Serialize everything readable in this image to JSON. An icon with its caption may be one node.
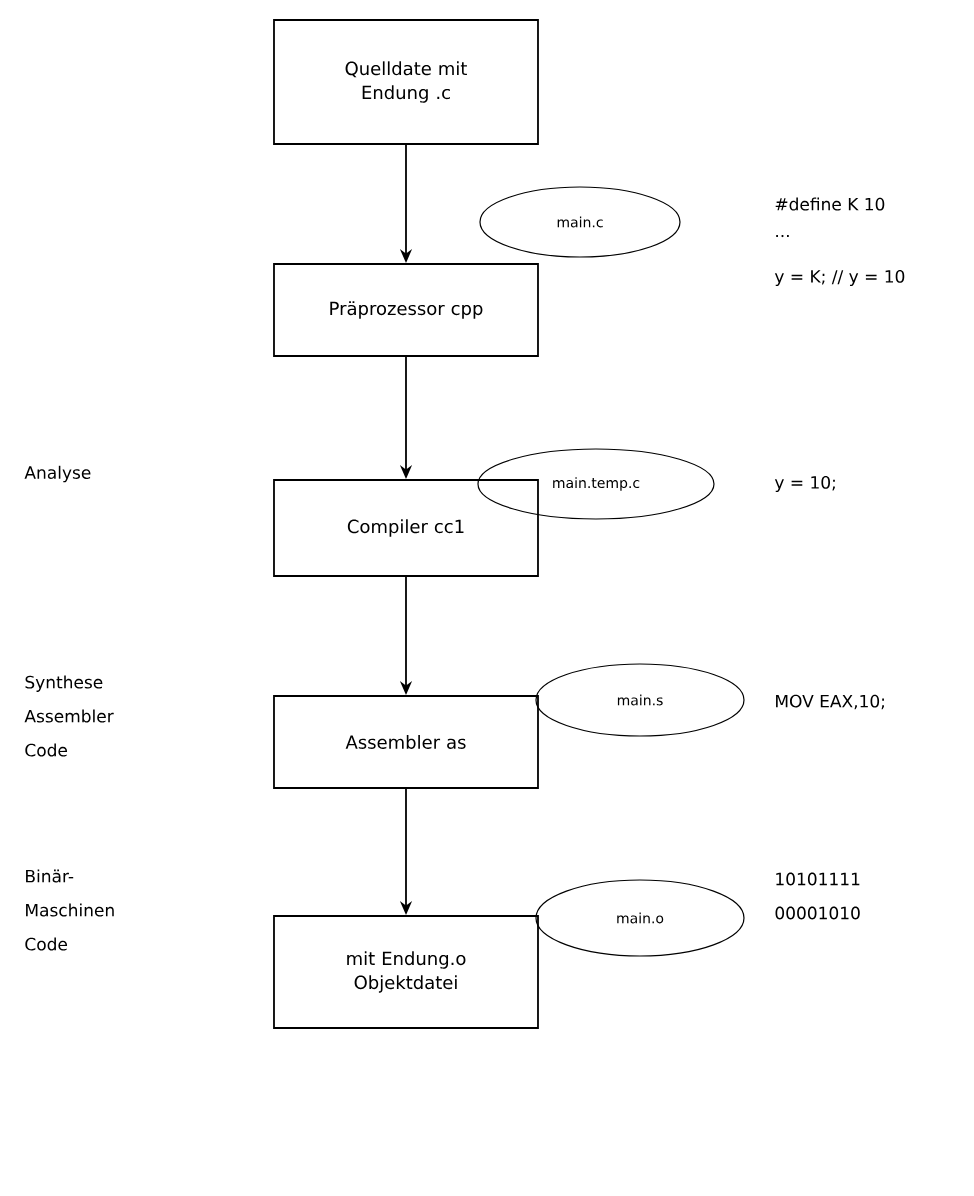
{
  "diagram": {
    "nodes": [
      {
        "text": [
          "Quelldate mit Endung .c"
        ]
      },
      {
        "text": [
          "Präprozessor cpp"
        ]
      },
      {
        "text": [
          "Compiler cc1"
        ]
      },
      {
        "text": [
          "Assembler as"
        ]
      },
      {
        "text": [
          "mit Endung.o Objektdatei"
        ]
      },
      {
        "text": [
          "main.c"
        ]
      },
      {
        "text": [
          "main.temp.c"
        ]
      },
      {
        "text": [
          "main.s"
        ]
      },
      {
        "text": [
          "main.o"
        ]
      }
    ],
    "edges": [
      {
        "from": 0,
        "to": 1,
        "arrow": "to"
      },
      {
        "from": 1,
        "to": 2,
        "arrow": "to"
      },
      {
        "from": 2,
        "to": 3,
        "arrow": "to"
      },
      {
        "from": 3,
        "to": 4,
        "arrow": "to"
      }
    ],
    "labels": [
      "#define K 10",
      "...",
      "y = K;  // y = 10",
      "Analyse",
      "y = 10;",
      "Synthese Assembler Code",
      "MOV EAX,10;",
      "Binär- Maschinen Code",
      "10101111 00001010"
    ]
  }
}
